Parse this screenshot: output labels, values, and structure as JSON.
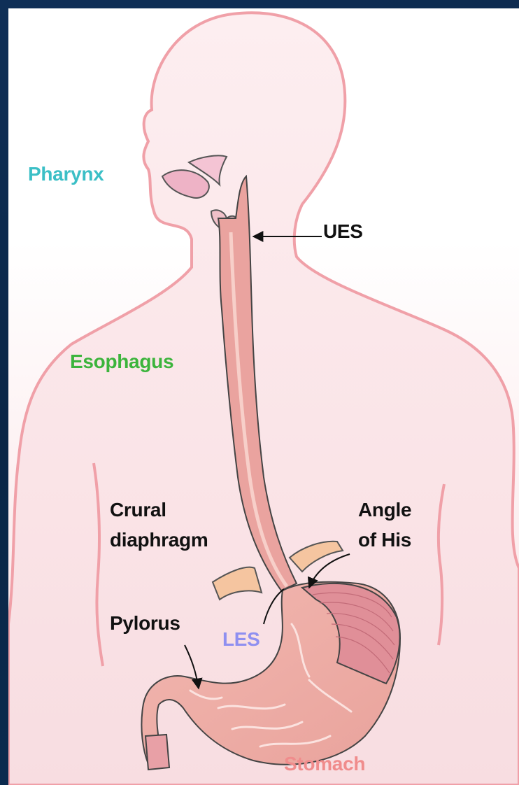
{
  "labels": {
    "pharynx": "Pharynx",
    "ues": "UES",
    "esophagus": "Esophagus",
    "crural_line1": "Crural",
    "crural_line2": "diaphragm",
    "angle_line1": "Angle",
    "angle_line2": "of His",
    "pylorus": "Pylorus",
    "les": "LES",
    "stomach": "Stomach"
  },
  "colors": {
    "pharynx": "#3bbfc6",
    "esophagus": "#3cb43c",
    "les": "#8f8ff0",
    "stomach": "#f08c8c",
    "dark_text": "#111111",
    "body_outline": "#f0a0a8",
    "organ_fill": "#eeaaaa",
    "diaphragm": "#f5c5a0",
    "frame": "#0c2c52"
  }
}
